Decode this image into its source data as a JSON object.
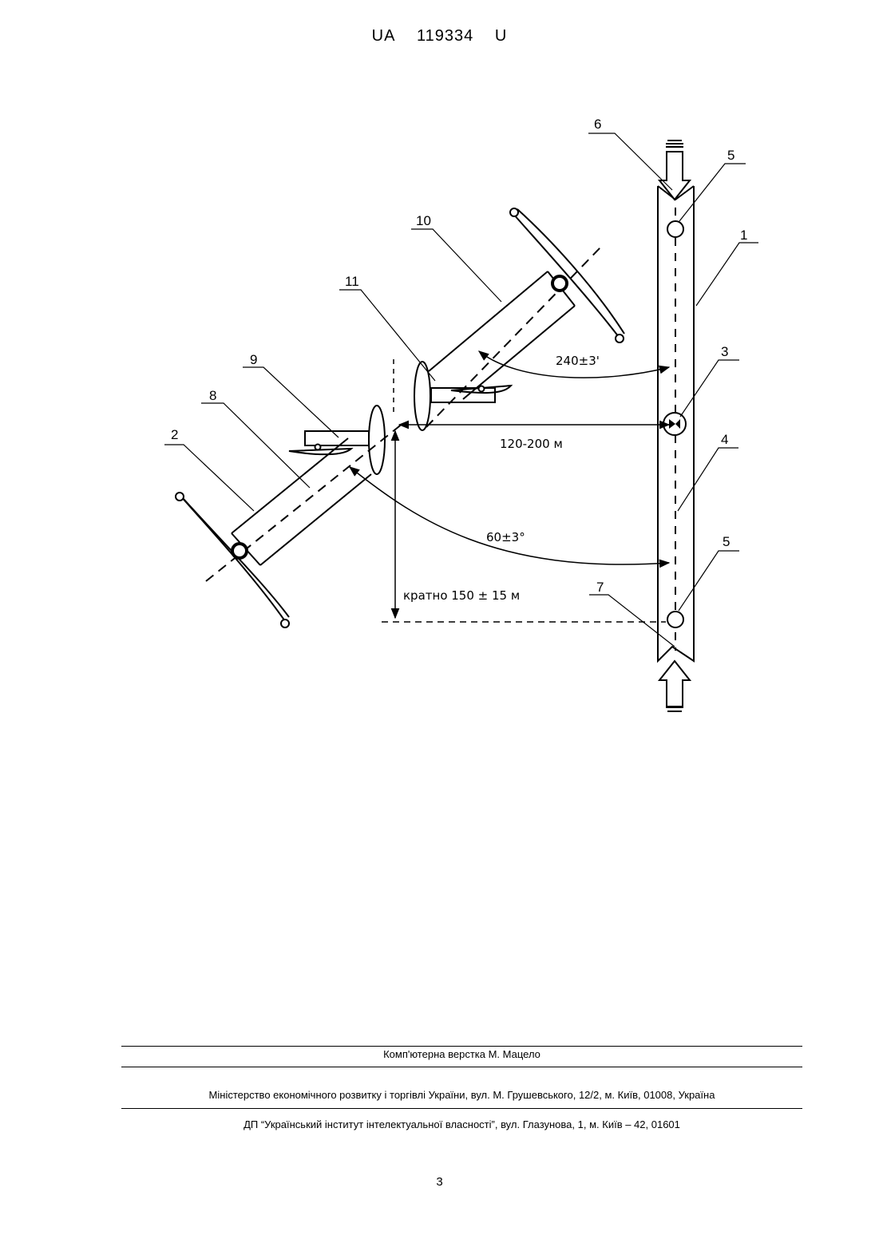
{
  "header": {
    "country": "UA",
    "number": "119334",
    "kind": "U"
  },
  "figure": {
    "labels": {
      "l1": "1",
      "l2": "2",
      "l3": "3",
      "l4": "4",
      "l5a": "5",
      "l5b": "5",
      "l6": "6",
      "l7": "7",
      "l8": "8",
      "l9": "9",
      "l10": "10",
      "l11": "11"
    },
    "dimensions": {
      "angle_upper": "240±3'",
      "distance_horizontal": "120-200 м",
      "angle_lower": "60±3°",
      "distance_vertical": "кратно 150 ± 15 м"
    }
  },
  "footer": {
    "typesetting": "Комп'ютерна верстка М. Мацело",
    "ministry": "Міністерство економічного розвитку і торгівлі України, вул. М. Грушевського, 12/2, м. Київ, 01008, Україна",
    "institute": "ДП “Український інститут інтелектуальної власності”, вул. Глазунова, 1, м. Київ – 42, 01601",
    "page_number": "3"
  }
}
